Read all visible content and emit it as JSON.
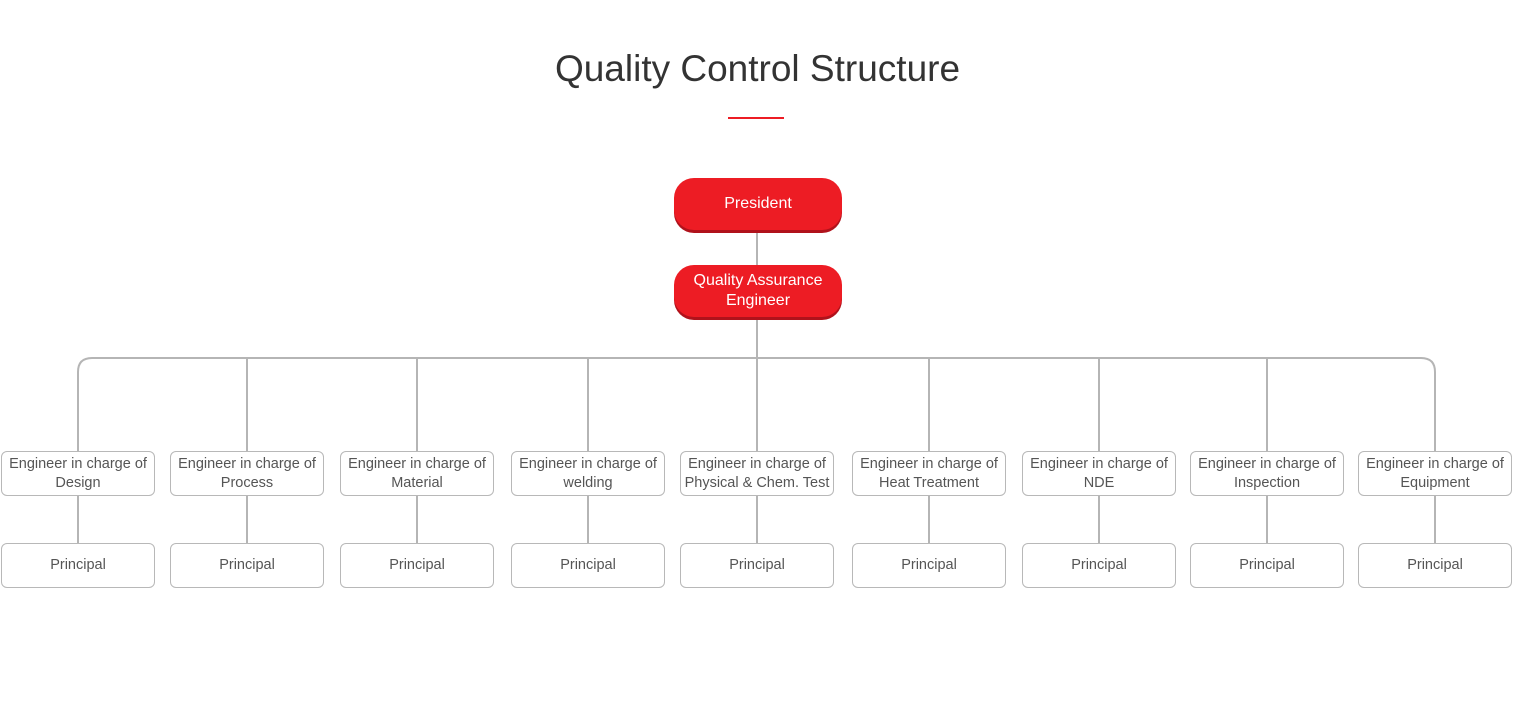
{
  "title": "Quality Control Structure",
  "colors": {
    "accent": "#ed1c24",
    "connector": "#b5b5b5",
    "border": "#b8b8b8",
    "text": "#555555"
  },
  "president": {
    "label": "President"
  },
  "qa_engineer": {
    "label": "Quality Assurance Engineer"
  },
  "departments": [
    {
      "label": "Engineer in charge of Design",
      "principal": "Principal"
    },
    {
      "label": "Engineer in charge of Process",
      "principal": "Principal"
    },
    {
      "label": "Engineer in charge of Material",
      "principal": "Principal"
    },
    {
      "label": "Engineer in charge of welding",
      "principal": "Principal"
    },
    {
      "label": "Engineer in charge of Physical & Chem. Test",
      "principal": "Principal"
    },
    {
      "label": "Engineer in charge of Heat Treatment",
      "principal": "Principal"
    },
    {
      "label": "Engineer in charge of NDE",
      "principal": "Principal"
    },
    {
      "label": "Engineer in charge of Inspection",
      "principal": "Principal"
    },
    {
      "label": "Engineer in charge of Equipment",
      "principal": "Principal"
    }
  ]
}
